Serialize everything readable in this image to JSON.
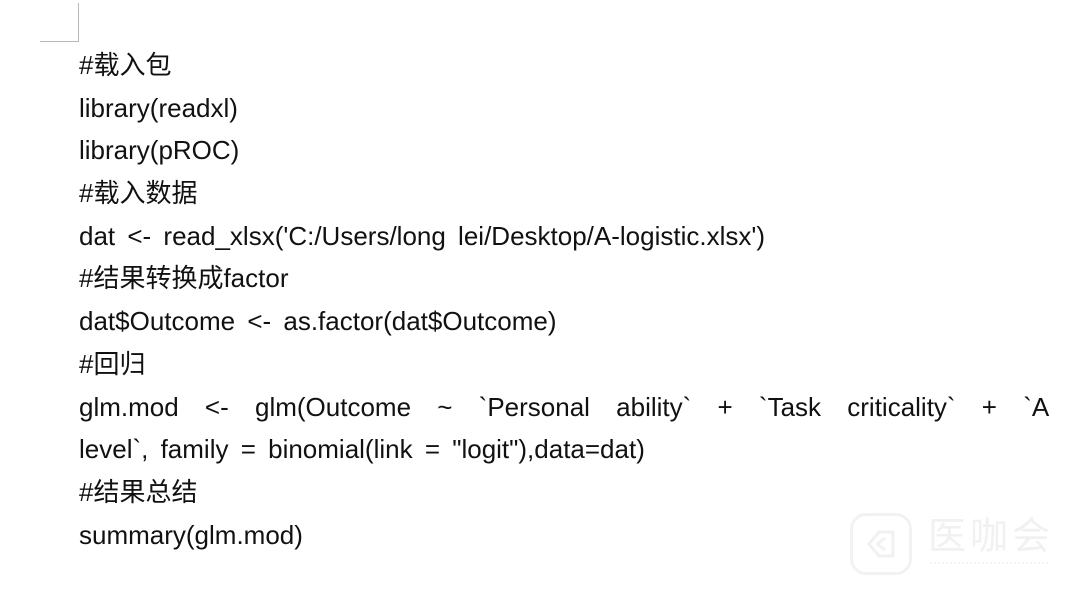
{
  "document": {
    "lines": [
      "#载入包",
      "library(readxl)",
      "library(pROC)",
      "#载入数据",
      "dat <- read_xlsx('C:/Users/long lei/Desktop/A-logistic.xlsx')",
      "#结果转换成factor",
      "dat$Outcome <- as.factor(dat$Outcome)",
      "#回归",
      "glm.mod <- glm(Outcome ~ `Personal ability` + `Task criticality` + `A",
      "level`, family = binomial(link = \"logit\"),data=dat)",
      "#结果总结",
      "summary(glm.mod)"
    ]
  },
  "watermark": {
    "text": "医咖会",
    "logo_icon": "medical-cross-logo-icon"
  }
}
